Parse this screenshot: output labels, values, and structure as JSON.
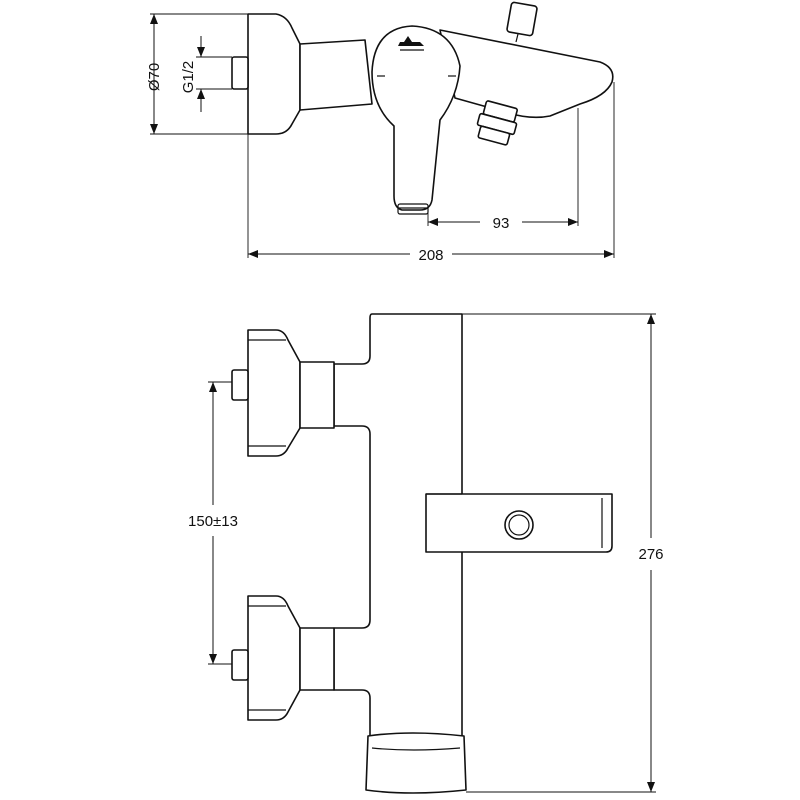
{
  "drawing": {
    "top_view": {
      "dimensions": {
        "body_diameter": "Ø70",
        "thread": "G1/2",
        "lever_to_spout_tip": "93",
        "overall_depth": "208"
      }
    },
    "front_view": {
      "dimensions": {
        "inlet_spacing": "150±13",
        "overall_height": "276"
      }
    }
  }
}
